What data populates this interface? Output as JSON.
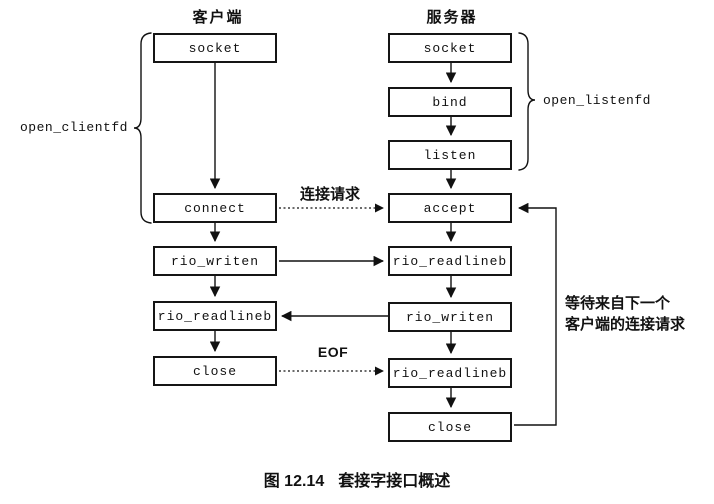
{
  "diagram": {
    "client": {
      "header": "客户端",
      "brace_label": "open_clientfd",
      "boxes": [
        {
          "label": "socket"
        },
        {
          "label": "connect"
        },
        {
          "label": "rio_writen"
        },
        {
          "label": "rio_readlineb"
        },
        {
          "label": "close"
        }
      ]
    },
    "server": {
      "header": "服务器",
      "brace_label": "open_listenfd",
      "boxes": [
        {
          "label": "socket"
        },
        {
          "label": "bind"
        },
        {
          "label": "listen"
        },
        {
          "label": "accept"
        },
        {
          "label": "rio_readlineb"
        },
        {
          "label": "rio_writen"
        },
        {
          "label": "rio_readlineb"
        },
        {
          "label": "close"
        }
      ]
    },
    "annotations": {
      "connection_request": "连接请求",
      "eof": "EOF",
      "wait_line1": "等待来自下一个",
      "wait_line2": "客户端的连接请求"
    },
    "caption": {
      "figure": "图 12.14",
      "title": "套接字接口概述"
    },
    "colors": {
      "ink": "#111111",
      "background": "#ffffff"
    }
  }
}
